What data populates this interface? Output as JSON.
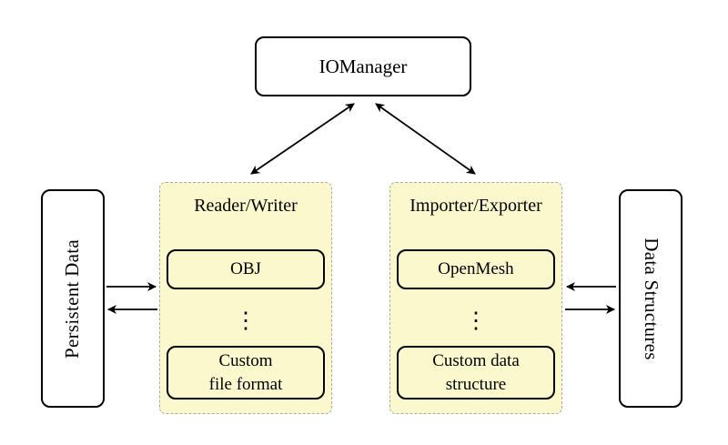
{
  "colors": {
    "background": "#ffffff",
    "group_fill": "#fbf8ce",
    "group_border": "#a9a9a9",
    "node_fill": "#ffffff",
    "node_border": "#000000",
    "arrow": "#000000",
    "text": "#000000"
  },
  "nodes": {
    "iomanager": {
      "label": "IOManager"
    },
    "persistent_data": {
      "label": "Persistent Data"
    },
    "data_structures": {
      "label": "Data Structures"
    },
    "reader_writer": {
      "label": "Reader/Writer",
      "items": [
        {
          "label": "OBJ"
        },
        {
          "label": "⋮"
        },
        {
          "label": "Custom\nfile format"
        }
      ]
    },
    "importer_exporter": {
      "label": "Importer/Exporter",
      "items": [
        {
          "label": "OpenMesh"
        },
        {
          "label": "⋮"
        },
        {
          "label": "Custom data\nstructure"
        }
      ]
    }
  },
  "relations": [
    {
      "from": "IOManager",
      "to": "Reader/Writer",
      "type": "bidirectional"
    },
    {
      "from": "IOManager",
      "to": "Importer/Exporter",
      "type": "bidirectional"
    },
    {
      "from": "Persistent Data",
      "to": "Reader/Writer",
      "type": "one-way"
    },
    {
      "from": "Reader/Writer",
      "to": "Persistent Data",
      "type": "one-way"
    },
    {
      "from": "Data Structures",
      "to": "Importer/Exporter",
      "type": "one-way"
    },
    {
      "from": "Importer/Exporter",
      "to": "Data Structures",
      "type": "one-way"
    }
  ]
}
